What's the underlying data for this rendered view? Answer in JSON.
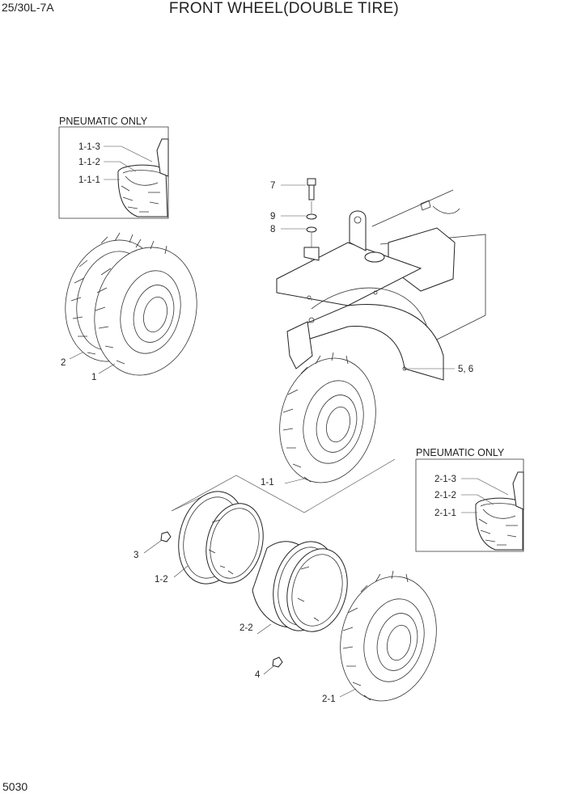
{
  "header": {
    "model": "25/30L-7A",
    "title": "FRONT WHEEL(DOUBLE TIRE)"
  },
  "footer": {
    "page_number": "5030"
  },
  "insets": [
    {
      "title": "PNEUMATIC ONLY",
      "labels": [
        "1-1-3",
        "1-1-2",
        "1-1-1"
      ]
    },
    {
      "title": "PNEUMATIC ONLY",
      "labels": [
        "2-1-3",
        "2-1-2",
        "2-1-1"
      ]
    }
  ],
  "callouts": {
    "bolt": "7",
    "washer_9": "9",
    "washer_8": "8",
    "fender": "5, 6",
    "tire_2": "2",
    "tire_1": "1",
    "tire_1_1": "1-1",
    "nut_3": "3",
    "rim_1_2": "1-2",
    "rim_2_2": "2-2",
    "nut_4": "4",
    "tire_2_1": "2-1"
  }
}
